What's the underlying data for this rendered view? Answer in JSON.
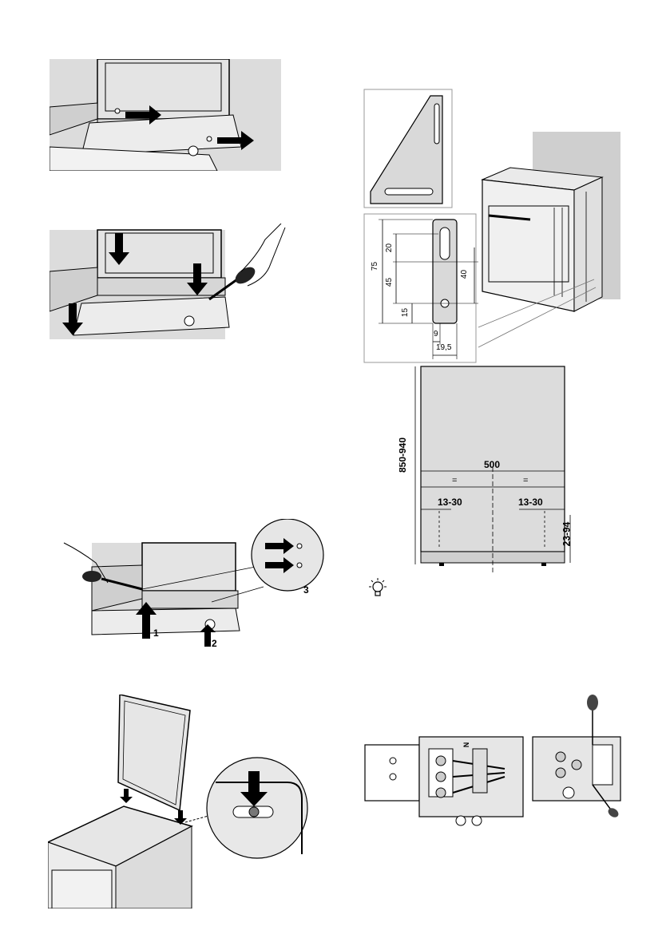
{
  "figures": {
    "fig3": {
      "labels": [
        "1",
        "2",
        "3"
      ]
    },
    "bracket_dims": {
      "d75": "75",
      "d20": "20",
      "d45": "45",
      "d15": "15",
      "d40": "40",
      "d9": "9",
      "d195": "19,5"
    },
    "niche_dims": {
      "height": "850-940",
      "width": "500",
      "half_left": "=",
      "half_right": "=",
      "offset_left": "13-30",
      "offset_right": "13-30",
      "bottom": "23-94"
    },
    "terminal": {
      "n_label": "N"
    }
  },
  "colors": {
    "panel_gray": "#d9d9d9",
    "light_gray": "#e6e6e6",
    "line": "#000000"
  }
}
